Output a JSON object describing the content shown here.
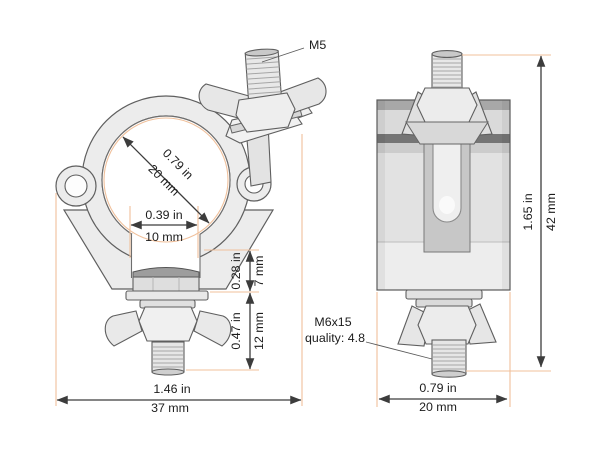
{
  "labels": {
    "top_bolt": "M5",
    "bottom_bolt_line1": "M6x15",
    "bottom_bolt_line2": "quality: 4.8"
  },
  "dimensions": {
    "bore_diameter_in": "0.79 in",
    "bore_diameter_mm": "20 mm",
    "slot_width_in": "0.39 in",
    "slot_width_mm": "10 mm",
    "base_height_in": "0.28 in",
    "base_height_mm": "7 mm",
    "bolt_protrusion_in": "0.47 in",
    "bolt_protrusion_mm": "12 mm",
    "overall_width_in": "1.46 in",
    "overall_width_mm": "37 mm",
    "overall_height_in": "1.65 in",
    "overall_height_mm": "42 mm",
    "body_width_in": "0.79 in",
    "body_width_mm": "20 mm"
  },
  "colors": {
    "background": "#ffffff",
    "body_fill": "#ececec",
    "outline": "#5f5f5f",
    "extension_line": "#f0c09b",
    "dimension_line": "#3c3c3c",
    "text": "#1c1c1c"
  }
}
